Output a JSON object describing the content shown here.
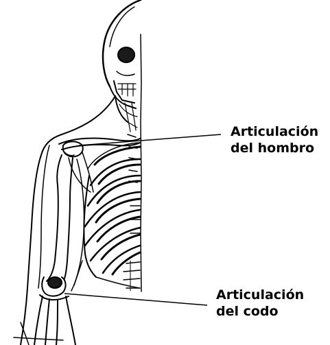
{
  "labels": {
    "shoulder": {
      "line1": "Articulación",
      "line2": "del hombro"
    },
    "elbow": {
      "line1": "Articulación",
      "line2": "del codo"
    }
  },
  "colors": {
    "ink": "#000000",
    "shading": "#7a7a7a",
    "background": "#ffffff"
  }
}
